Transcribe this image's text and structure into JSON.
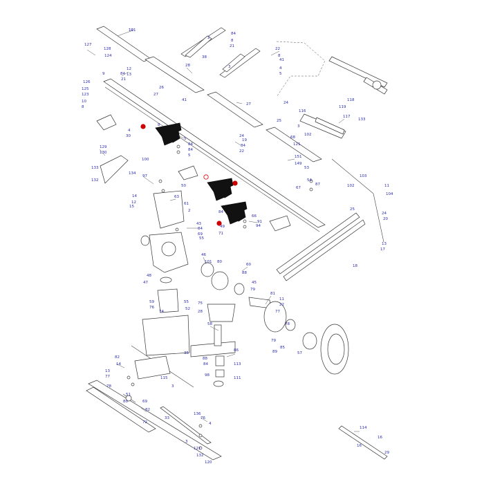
{
  "diagram": {
    "colors": {
      "line": "#333333",
      "highlight": "#111111",
      "marker": "#cc0000",
      "label": "#2b2bb0"
    },
    "labels": [
      "19",
      "127",
      "128",
      "124",
      "12",
      "13",
      "9",
      "84",
      "21",
      "126",
      "125",
      "123",
      "10",
      "8",
      "4",
      "30",
      "84",
      "8",
      "21",
      "22",
      "8",
      "41",
      "4",
      "5",
      "28",
      "2",
      "38",
      "3",
      "27",
      "26",
      "27",
      "84",
      "5",
      "84",
      "84",
      "5",
      "41",
      "8",
      "24",
      "19",
      "22",
      "129",
      "130",
      "133",
      "132",
      "134",
      "100",
      "97",
      "14",
      "63",
      "61",
      "2",
      "43",
      "84",
      "69",
      "55",
      "84",
      "66",
      "91",
      "94",
      "49",
      "71",
      "68",
      "121",
      "151",
      "149",
      "53",
      "54",
      "50",
      "12",
      "15",
      "67",
      "87",
      "48",
      "47",
      "46",
      "101",
      "80",
      "60",
      "88",
      "45",
      "79",
      "81",
      "11",
      "22",
      "77",
      "78",
      "79",
      "85",
      "89",
      "57",
      "59",
      "76",
      "74",
      "55",
      "52",
      "75",
      "28",
      "58",
      "35",
      "88",
      "84",
      "98",
      "86",
      "113",
      "111",
      "82",
      "14",
      "13",
      "77",
      "78",
      "51",
      "80",
      "69",
      "82",
      "115",
      "3",
      "72",
      "33",
      "136",
      "76",
      "4",
      "3",
      "121",
      "132",
      "120",
      "133",
      "117",
      "119",
      "118",
      "116",
      "24",
      "25",
      "3",
      "102",
      "114",
      "16",
      "16",
      "29",
      "25",
      "24",
      "20",
      "13",
      "17",
      "18",
      "11",
      "104",
      "102",
      "103",
      "101"
    ],
    "markers": [
      "1",
      "2",
      "3",
      "4"
    ]
  }
}
